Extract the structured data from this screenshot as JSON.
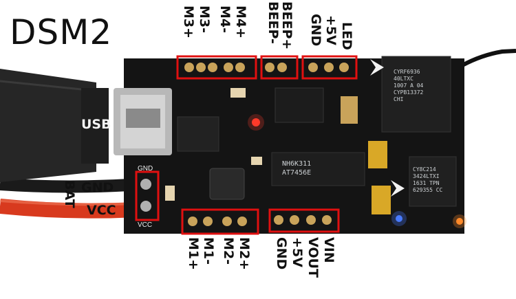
{
  "title": "DSM2",
  "top_labels": [
    "M3+",
    "M3-",
    "M4-",
    "M4+",
    "BEEP-",
    "BEEP+",
    "GND",
    "+5V",
    "LED"
  ],
  "bottom_labels": [
    "M1+",
    "M1-",
    "M2-",
    "M2+",
    "GND",
    "+5V",
    "VOUT",
    "VIN"
  ],
  "side_labels": {
    "usb": "USB",
    "gnd": "GND",
    "vcc": "VCC",
    "bat": "BAT"
  },
  "pcb_silk": {
    "gnd": "GND",
    "vcc": "VCC"
  },
  "chips": {
    "mcu": "CY8C214\n3424LTXI\n1631 TPN\n629355 CC",
    "driver": "NH6K311\nAT7456E",
    "rf": "CYRF6936\n40LTXC\n1007 A 04\nCYPB13372\nCHI"
  },
  "colors": {
    "pcb": "#141414",
    "highlight": "#e01010",
    "cable": "#d83a1e",
    "pad": "#c9a35a"
  }
}
